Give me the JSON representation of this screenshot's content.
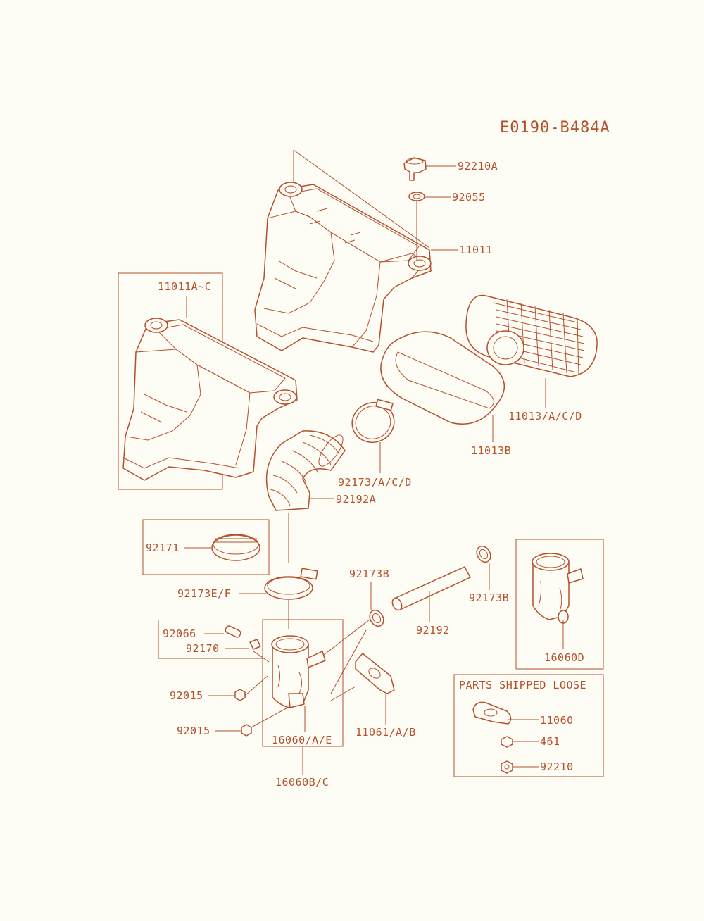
{
  "diagram_code": "E0190-B484A",
  "parts_box_title": "PARTS SHIPPED LOOSE",
  "labels": {
    "p92210A": "92210A",
    "p92055": "92055",
    "p11011": "11011",
    "p11011AC": "11011A~C",
    "p11013ACD": "11013/A/C/D",
    "p11013B": "11013B",
    "p92173ACD": "92173/A/C/D",
    "p92192A": "92192A",
    "p92171": "92171",
    "p92173EF": "92173E/F",
    "p92173B_left": "92173B",
    "p92173B_right": "92173B",
    "p92192": "92192",
    "p92066": "92066",
    "p92170": "92170",
    "p92015_a": "92015",
    "p92015_b": "92015",
    "p16060AE": "16060/A/E",
    "p11061AB": "11061/A/B",
    "p16060BC": "16060B/C",
    "p16060D": "16060D",
    "p11060": "11060",
    "p461": "461",
    "p92210": "92210"
  },
  "colors": {
    "ink": "#b5502b",
    "paper": "#fdfcf5"
  }
}
